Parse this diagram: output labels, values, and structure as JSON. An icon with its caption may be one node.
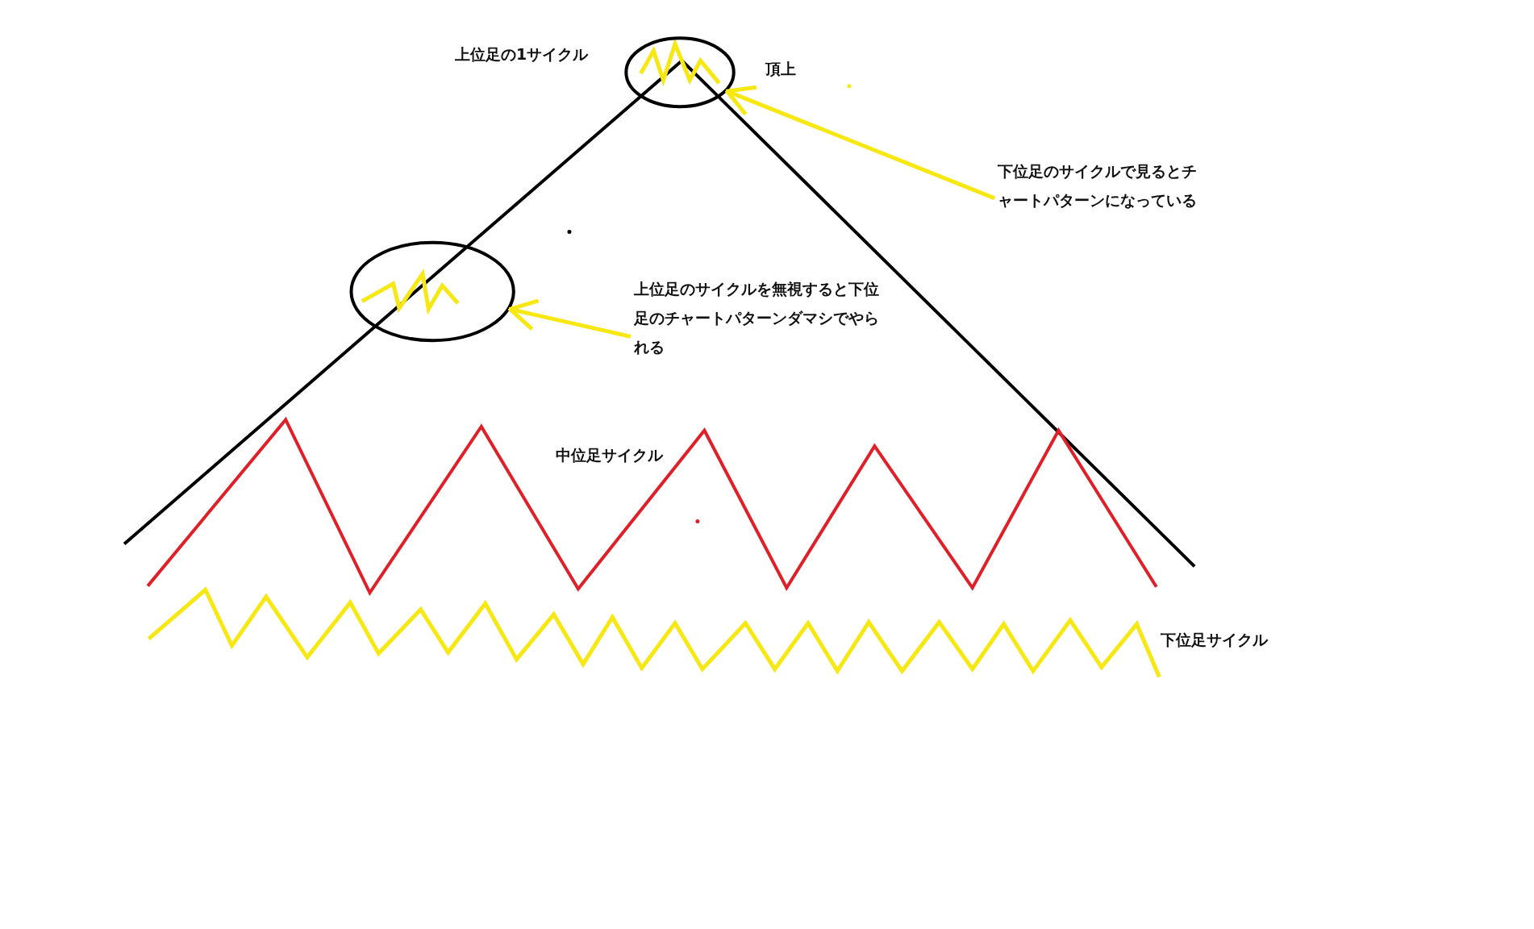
{
  "diagram": {
    "nodes": [
      {
        "text": [],
        "shape": "circle"
      },
      {
        "text": [
          "下位足のサイクルで見るとチャートパターンになっている"
        ]
      },
      {
        "text": [],
        "shape": "circle"
      },
      {
        "text": [
          "上位足のサイクルを無視すると下位足のチャートパターンダマシでやられる"
        ]
      }
    ],
    "edges": [
      {
        "from": 1,
        "to": 0,
        "arrow": "to"
      },
      {
        "from": 3,
        "to": 2,
        "arrow": "to"
      }
    ],
    "labels": [
      "上位足の1サイクル",
      "頂上",
      "中位足サイクル",
      "下位足サイクル"
    ]
  }
}
